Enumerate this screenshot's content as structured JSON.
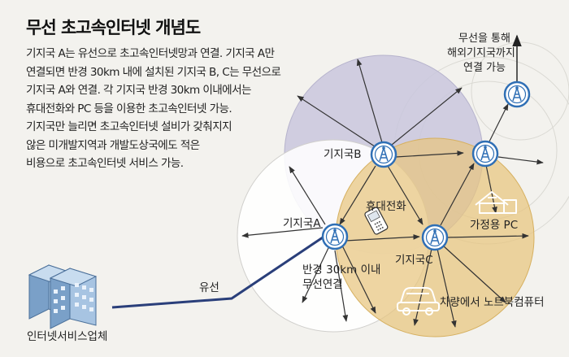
{
  "title": "무선 초고속인터넷 개념도",
  "description_lines": [
    "기지국 A는 유선으로 초고속인터넷망과 연결. 기지국 A만",
    "연결되면 반경 30km 내에 설치된 기지국 B, C는 무선으로",
    "기지국 A와 연결. 각 기지국 반경 30km 이내에서는",
    "휴대전화와 PC 등을 이용한 초고속인터넷 가능.",
    "기지국만 늘리면 초고속인터넷 설비가 갖춰지지",
    "않은 미개발지역과 개발도상국에도 적은",
    "비용으로 초고속인터넷 서비스 가능."
  ],
  "labels": {
    "station_a": "기지국A",
    "station_b": "기지국B",
    "station_c": "기지국C",
    "radius_line1": "반경 30km 이내",
    "radius_line2": "무선연결",
    "mobile_phone": "휴대전화",
    "home_pc": "가정용 PC",
    "car_notebook": "차량에서 노트북컴퓨터",
    "isp": "인터넷서비스업체",
    "wired": "유선",
    "overseas_line1": "무선을 통해",
    "overseas_line2": "해외기지국까지",
    "overseas_line3": "연결 가능"
  },
  "colors": {
    "background": "#f3f2ee",
    "zone_b": "#c9c7dd",
    "zone_a": "#ffffff",
    "zone_c": "#e8c57e",
    "station_blue": "#2f6fb5",
    "wired_line": "#2a3f7a"
  },
  "icons": [
    "antenna-icon",
    "building-icon",
    "phone-icon",
    "house-icon",
    "car-icon"
  ]
}
